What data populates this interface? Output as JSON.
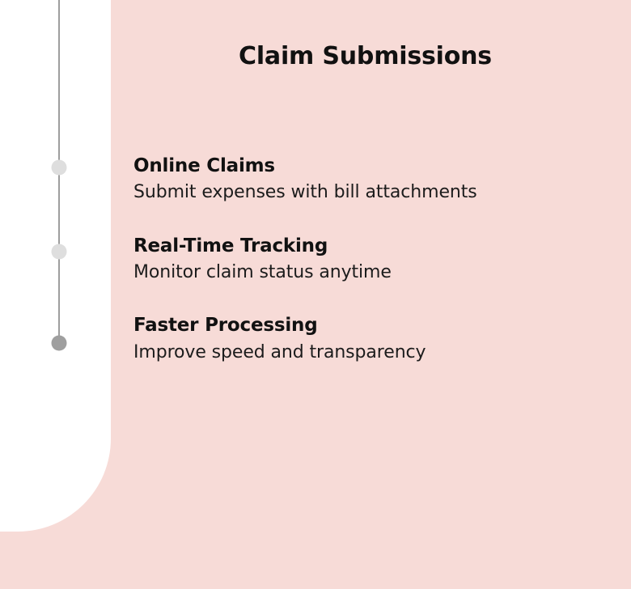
{
  "slide": {
    "background_color": "#F7DBD7",
    "panel_color": "#FFFFFF",
    "title": "Claim Submissions"
  },
  "timeline": {
    "line_color": "#9E9E9E",
    "dots": [
      {
        "name": "timeline-dot-1",
        "color": "#DEDEDE",
        "state": "inactive"
      },
      {
        "name": "timeline-dot-2",
        "color": "#DEDEDE",
        "state": "inactive"
      },
      {
        "name": "timeline-dot-3",
        "color": "#9F9F9F",
        "state": "active"
      }
    ]
  },
  "features": [
    {
      "heading": "Online Claims",
      "description": "Submit expenses with bill attachments"
    },
    {
      "heading": "Real-Time Tracking",
      "description": "Monitor claim status anytime"
    },
    {
      "heading": "Faster Processing",
      "description": "Improve speed and transparency"
    }
  ]
}
